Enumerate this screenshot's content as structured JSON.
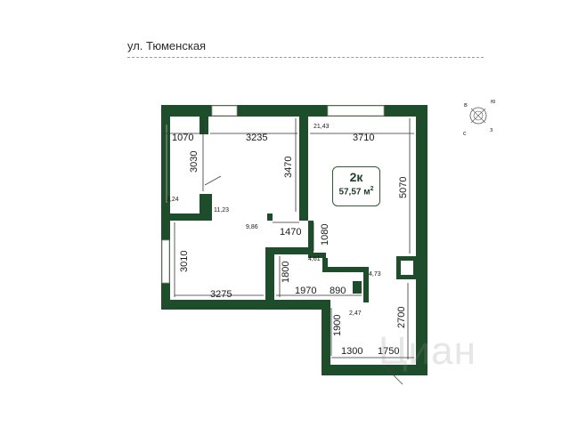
{
  "street": "ул. Тюменская",
  "apartment": {
    "rooms": "2к",
    "area": "57,57 м",
    "unit_sup": "2"
  },
  "compass": {
    "n": "с",
    "e": "в",
    "s": "ю",
    "w": "з"
  },
  "dimensions": {
    "d1070": "1070",
    "d3235": "3235",
    "d3710": "3710",
    "d3030": "3030",
    "d3470": "3470",
    "d5070": "5070",
    "d1470": "1470",
    "d1080": "1080",
    "d3010": "3010",
    "d1800": "1800",
    "d3275": "3275",
    "d1970": "1970",
    "d890": "890",
    "d2700": "2700",
    "d1900": "1900",
    "d1300": "1300",
    "d1750": "1750"
  },
  "areas": {
    "a2143": "21,43",
    "a324": "3,24",
    "a1123": "11,23",
    "a986": "9,86",
    "a461": "4,61",
    "a473": "4,73",
    "a247": "2,47"
  },
  "watermark": "Циан",
  "colors": {
    "wall": "#1e4d2b",
    "badge_border": "#2d5a3d"
  }
}
